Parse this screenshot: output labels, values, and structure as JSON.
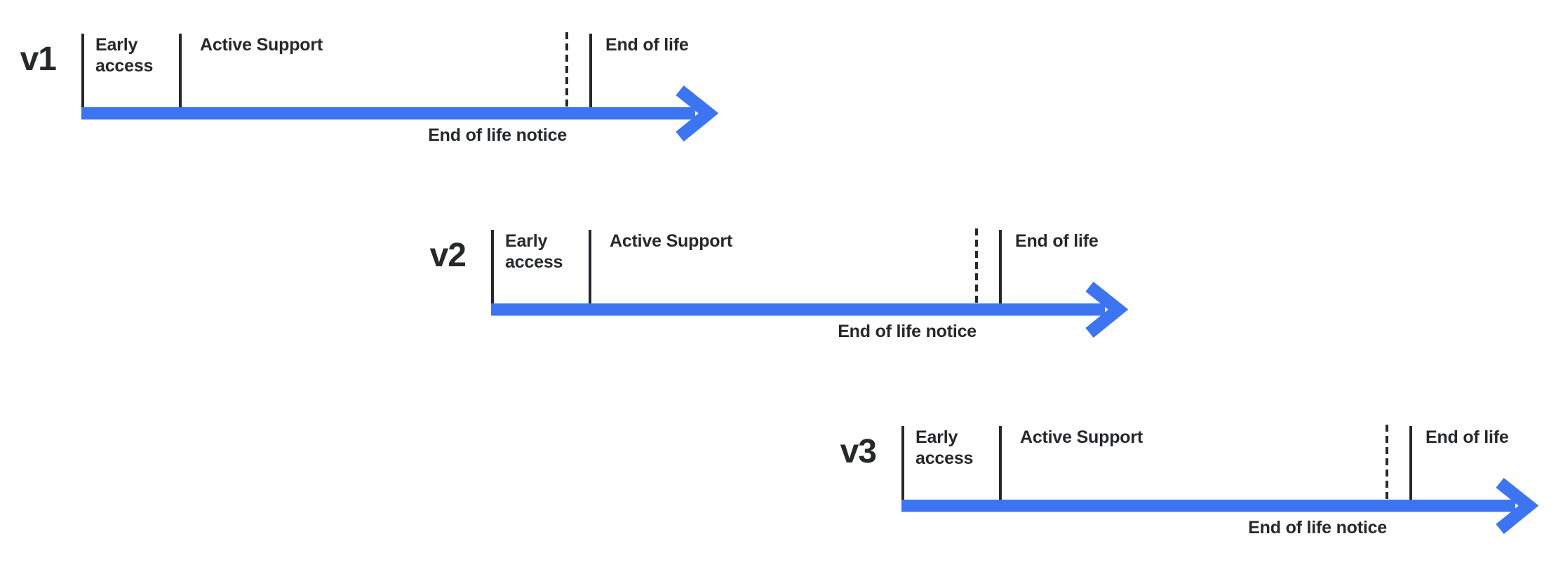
{
  "colors": {
    "accent": "#3d74f2",
    "ink": "#26282b",
    "background": "#ffffff"
  },
  "timelines": [
    {
      "version": "v1",
      "early_access": "Early access",
      "active_support": "Active Support",
      "end_of_life_notice": "End of life notice",
      "end_of_life": "End of life"
    },
    {
      "version": "v2",
      "early_access": "Early access",
      "active_support": "Active Support",
      "end_of_life_notice": "End of life notice",
      "end_of_life": "End of life"
    },
    {
      "version": "v3",
      "early_access": "Early access",
      "active_support": "Active Support",
      "end_of_life_notice": "End of life notice",
      "end_of_life": "End of life"
    }
  ]
}
